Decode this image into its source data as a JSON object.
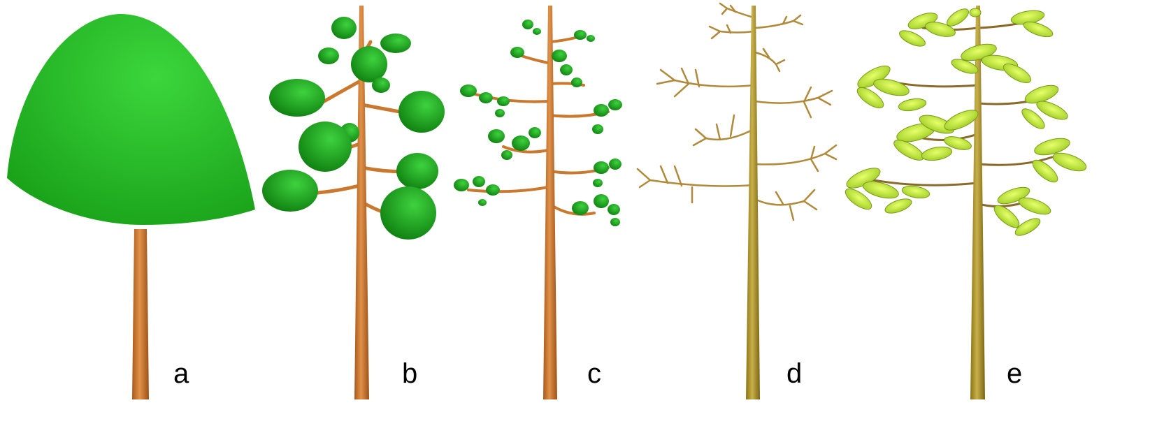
{
  "figure": {
    "panels": [
      {
        "id": "a",
        "label": "a",
        "representation": "single-crown-envelope"
      },
      {
        "id": "b",
        "label": "b",
        "representation": "per-branch-envelopes"
      },
      {
        "id": "c",
        "label": "c",
        "representation": "per-twig-envelopes"
      },
      {
        "id": "d",
        "label": "d",
        "representation": "bare-skeleton"
      },
      {
        "id": "e",
        "label": "e",
        "representation": "leaves"
      }
    ],
    "colors": {
      "trunk_orange": "#c9782e",
      "trunk_olive": "#a08a1e",
      "foliage_green": "#22b422",
      "leaf_yellow_green": "#c8f03c",
      "twig_tan": "#b08a3a"
    }
  }
}
